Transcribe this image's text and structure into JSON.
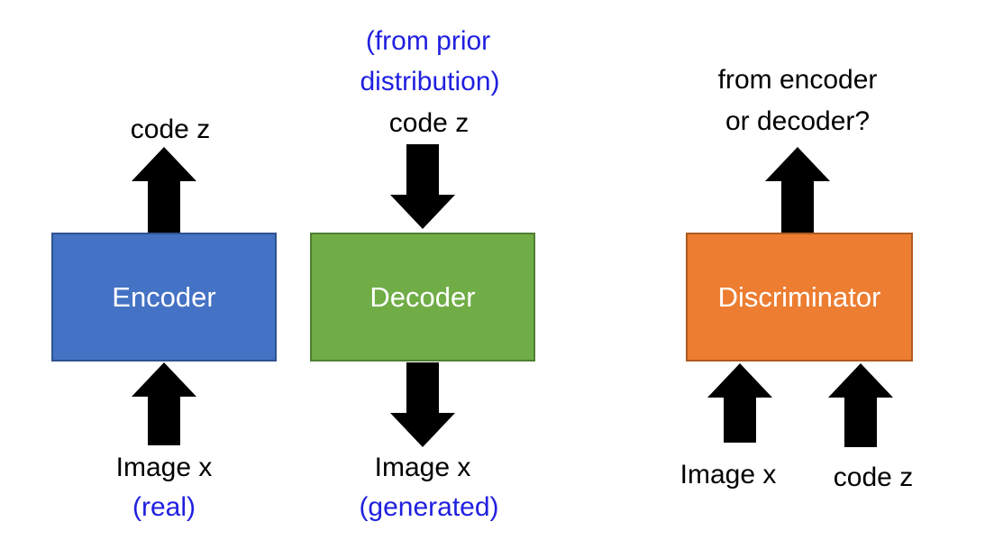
{
  "colors": {
    "encoder_fill": "#4472c4",
    "encoder_border": "#2f528f",
    "decoder_fill": "#70ad47",
    "decoder_border": "#507e32",
    "discriminator_fill": "#ed7d31",
    "discriminator_border": "#ae5a21",
    "annotation_text": "#1f1fe0",
    "arrow": "#000000"
  },
  "encoder": {
    "label": "Encoder",
    "output_label": "code z",
    "input_label": "Image x",
    "input_note": "(real)"
  },
  "decoder": {
    "label": "Decoder",
    "input_note_line1": "(from prior",
    "input_note_line2": "distribution)",
    "input_label": "code z",
    "output_label": "Image x",
    "output_note": "(generated)"
  },
  "discriminator": {
    "label": "Discriminator",
    "output_line1": "from encoder",
    "output_line2": "or decoder?",
    "input_image_label": "Image x",
    "input_code_label": "code z"
  }
}
